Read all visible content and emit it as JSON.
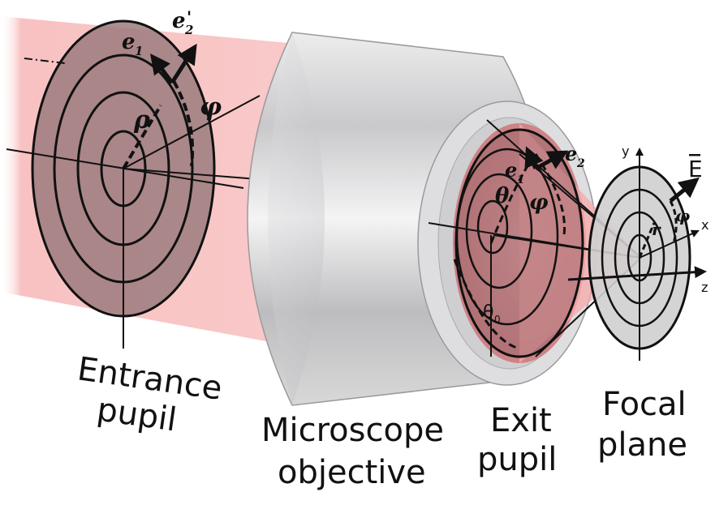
{
  "labels": {
    "entrance": [
      "Entrance",
      "pupil"
    ],
    "objective": [
      "Microscope",
      "objective"
    ],
    "exit": [
      "Exit",
      "pupil"
    ],
    "focal": [
      "Focal",
      "plane"
    ]
  },
  "symbols": {
    "e1_entrance": "e",
    "e1_entrance_sub": "1",
    "e2p": "e",
    "e2p_sub": "2",
    "e2p_prime": "'",
    "rho": "ρ",
    "phi_entrance": "φ",
    "e1_exit": "e",
    "e1_exit_sub": "1",
    "e2_exit": "e",
    "e2_exit_sub": "2",
    "theta": "θ",
    "phi_exit": "φ",
    "theta0": "θ",
    "theta0_sub": "0",
    "r": "r",
    "phi_focal": "φ",
    "E": "E",
    "axis_x": "x",
    "axis_y": "y",
    "axis_z": "z"
  },
  "colors": {
    "beam": "#f7b7b7",
    "pupil_fill": "#9c7b7e",
    "objective_gray": "#c9c9cb",
    "focal_fill": "#cfcfd0"
  }
}
